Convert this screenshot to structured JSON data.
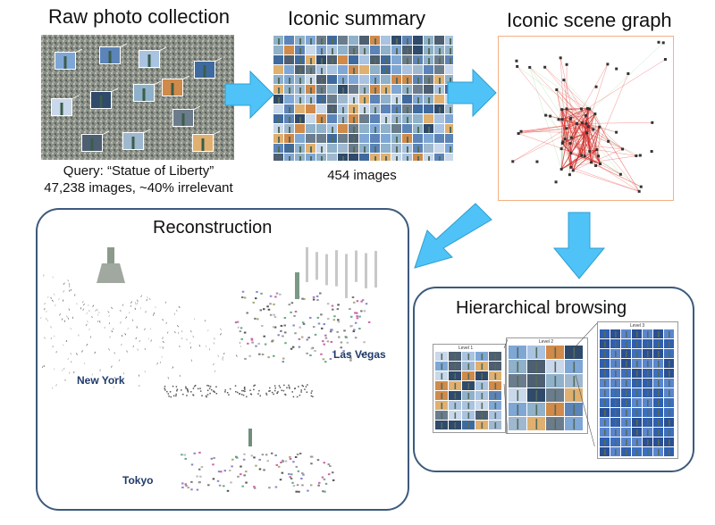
{
  "stages": {
    "raw": {
      "title": "Raw photo collection",
      "caption_line1": "Query: “Statue of Liberty”",
      "caption_line2": "47,238 images, ~40% irrelevant"
    },
    "summary": {
      "title": "Iconic summary",
      "caption": "454 images"
    },
    "graph": {
      "title": "Iconic scene graph"
    },
    "reconstruction": {
      "title": "Reconstruction",
      "cities": [
        "New York",
        "Las Vegas",
        "Tokyo"
      ]
    },
    "browsing": {
      "title": "Hierarchical browsing",
      "levels": [
        "Level 1",
        "Level 2",
        "Level 3"
      ]
    }
  },
  "colors": {
    "arrow": "#4fc3f7",
    "panel_border": "#3c5a7c",
    "city_label": "#1f3a6b",
    "graph_edge": "#e53935",
    "graph_frame": "#f4b183"
  }
}
